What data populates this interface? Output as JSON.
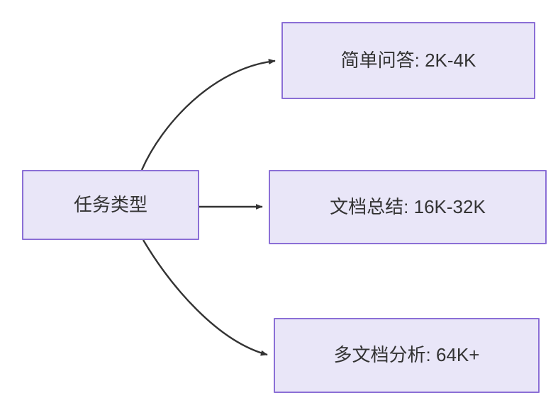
{
  "diagram": {
    "title": "",
    "background_color": "#ffffff",
    "node_fill_color": "#e9e6f8",
    "node_border_color": "#8b6fd6",
    "node_text_color": "#333333",
    "edge_color": "#333333",
    "nodes": [
      {
        "id": "root",
        "label": "任务类型"
      },
      {
        "id": "simple",
        "label": "简单问答: 2K-4K"
      },
      {
        "id": "doc",
        "label": "文档总结: 16K-32K"
      },
      {
        "id": "multi",
        "label": "多文档分析: 64K+"
      }
    ],
    "edges": [
      {
        "from": "任务类型",
        "to": "简单问答: 2K-4K",
        "label": "",
        "style": "curved-arrow"
      },
      {
        "from": "任务类型",
        "to": "文档总结: 16K-32K",
        "label": "",
        "style": "straight-arrow"
      },
      {
        "from": "任务类型",
        "to": "多文档分析: 64K+",
        "label": "",
        "style": "curved-arrow"
      }
    ]
  }
}
